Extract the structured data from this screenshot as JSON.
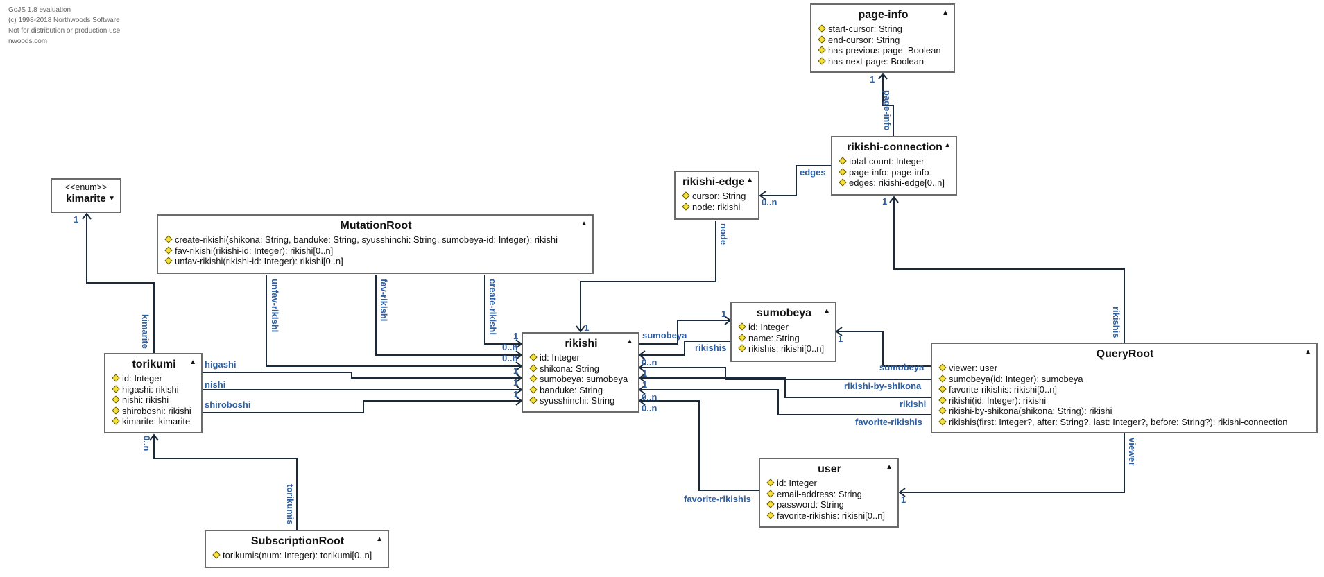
{
  "watermark": {
    "lines": [
      "GoJS 1.8 evaluation",
      "(c) 1998-2018 Northwoods Software",
      "Not for distribution or production use",
      "nwoods.com"
    ]
  },
  "toggle_glyph_up": "▲",
  "toggle_glyph_down": "▼",
  "nodes": {
    "page_info": {
      "title": "page-info",
      "fields": [
        "start-cursor: String",
        "end-cursor: String",
        "has-previous-page: Boolean",
        "has-next-page: Boolean"
      ]
    },
    "rikishi_connection": {
      "title": "rikishi-connection",
      "fields": [
        "total-count: Integer",
        "page-info: page-info",
        "edges: rikishi-edge[0..n]"
      ]
    },
    "rikishi_edge": {
      "title": "rikishi-edge",
      "fields": [
        "cursor: String",
        "node: rikishi"
      ]
    },
    "kimarite": {
      "stereotype": "<<enum>>",
      "title": "kimarite"
    },
    "mutation_root": {
      "title": "MutationRoot",
      "fields": [
        "create-rikishi(shikona: String, banduke: String, syusshinchi: String, sumobeya-id: Integer): rikishi",
        "fav-rikishi(rikishi-id: Integer): rikishi[0..n]",
        "unfav-rikishi(rikishi-id: Integer): rikishi[0..n]"
      ]
    },
    "sumobeya": {
      "title": "sumobeya",
      "fields": [
        "id: Integer",
        "name: String",
        "rikishis: rikishi[0..n]"
      ]
    },
    "rikishi": {
      "title": "rikishi",
      "fields": [
        "id: Integer",
        "shikona: String",
        "sumobeya: sumobeya",
        "banduke: String",
        "syusshinchi: String"
      ]
    },
    "torikumi": {
      "title": "torikumi",
      "fields": [
        "id: Integer",
        "higashi: rikishi",
        "nishi: rikishi",
        "shiroboshi: rikishi",
        "kimarite: kimarite"
      ]
    },
    "query_root": {
      "title": "QueryRoot",
      "fields": [
        "viewer: user",
        "sumobeya(id: Integer): sumobeya",
        "favorite-rikishis: rikishi[0..n]",
        "rikishi(id: Integer): rikishi",
        "rikishi-by-shikona(shikona: String): rikishi",
        "rikishis(first: Integer?, after: String?, last: Integer?, before: String?): rikishi-connection"
      ]
    },
    "user": {
      "title": "user",
      "fields": [
        "id: Integer",
        "email-address: String",
        "password: String",
        "favorite-rikishis: rikishi[0..n]"
      ]
    },
    "subscription_root": {
      "title": "SubscriptionRoot",
      "fields": [
        "torikumis(num: Integer): torikumi[0..n]"
      ]
    }
  },
  "link_labels": {
    "page_info_link": "page-info",
    "page_info_mult": "1",
    "edges_link": "edges",
    "edges_mult": "0..n",
    "node_link": "node",
    "node_mult": "1",
    "rikishis_conn_link": "rikishis",
    "rikishis_conn_mult": "1",
    "kimarite_link": "kimarite",
    "kimarite_mult": "1",
    "unfav_link": "unfav-rikishi",
    "fav_link": "fav-rikishi",
    "create_link": "create-rikishi",
    "create_mult": "1",
    "fav_mult": "0..n",
    "unfav_mult": "0..n",
    "higashi_link": "higashi",
    "nishi_link": "nishi",
    "shiroboshi_link": "shiroboshi",
    "higashi_mult": "1",
    "nishi_mult": "1",
    "shiroboshi_mult": "1",
    "sumobeya_link": "sumobeya",
    "sumobeya_link_mult": "1",
    "rikishis_link": "rikishis",
    "rikishis_link_mult": "0..n",
    "q_sumobeya_link": "sumobeya",
    "q_sumobeya_mult": "1",
    "q_by_shikona_link": "rikishi-by-shikona",
    "q_by_shikona_mult": "1",
    "q_rikishi_link": "rikishi",
    "q_rikishi_mult": "1",
    "q_fav_link": "favorite-rikishis",
    "q_fav_mult": "0..n",
    "u_fav_link": "favorite-rikishis",
    "u_fav_mult": "0..n",
    "viewer_link": "viewer",
    "viewer_mult": "1",
    "torikumis_link": "torikumis",
    "torikumis_mult": "0..n"
  }
}
